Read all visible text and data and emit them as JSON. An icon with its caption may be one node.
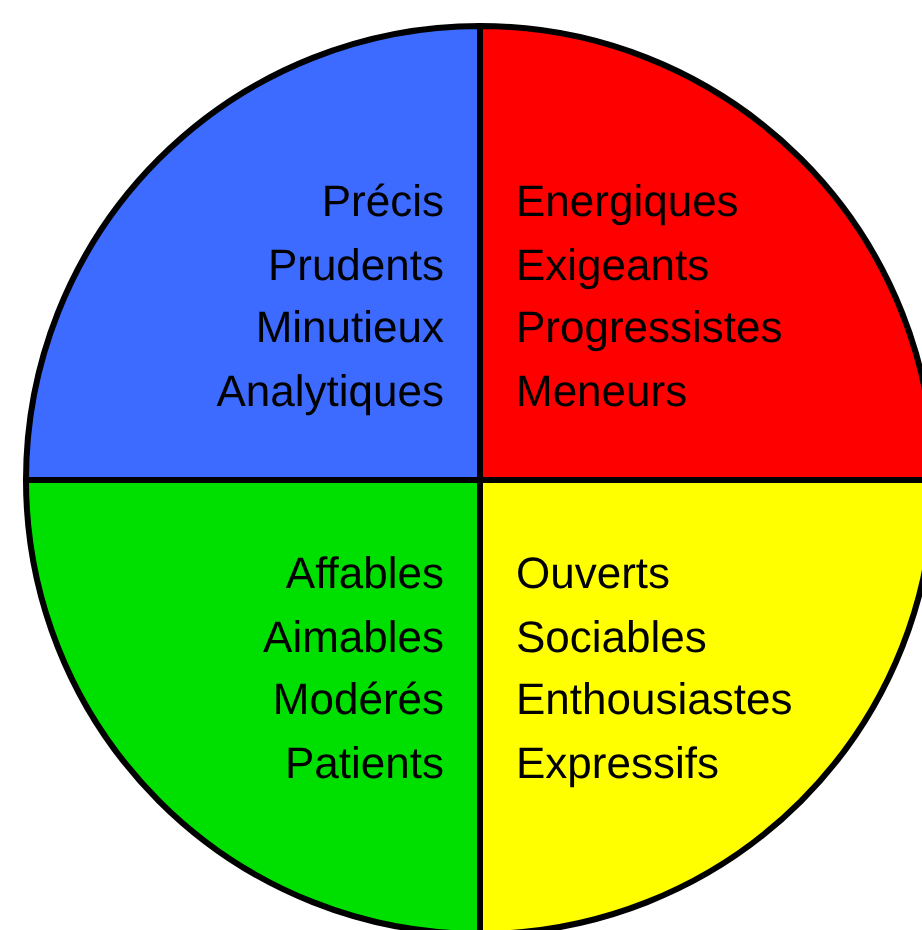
{
  "diagram": {
    "nodes": [
      {
        "text": [
          "Précis",
          "Prudents",
          "Minutieux",
          "Analytiques"
        ]
      },
      {
        "text": [
          "Energiques",
          "Exigeants",
          "Progressistes",
          "Meneurs"
        ]
      },
      {
        "text": [
          "Affables",
          "Aimables",
          "Modérés",
          "Patients"
        ]
      },
      {
        "text": [
          "Ouverts",
          "Sociables",
          "Enthousiastes",
          "Expressifs"
        ]
      }
    ]
  }
}
